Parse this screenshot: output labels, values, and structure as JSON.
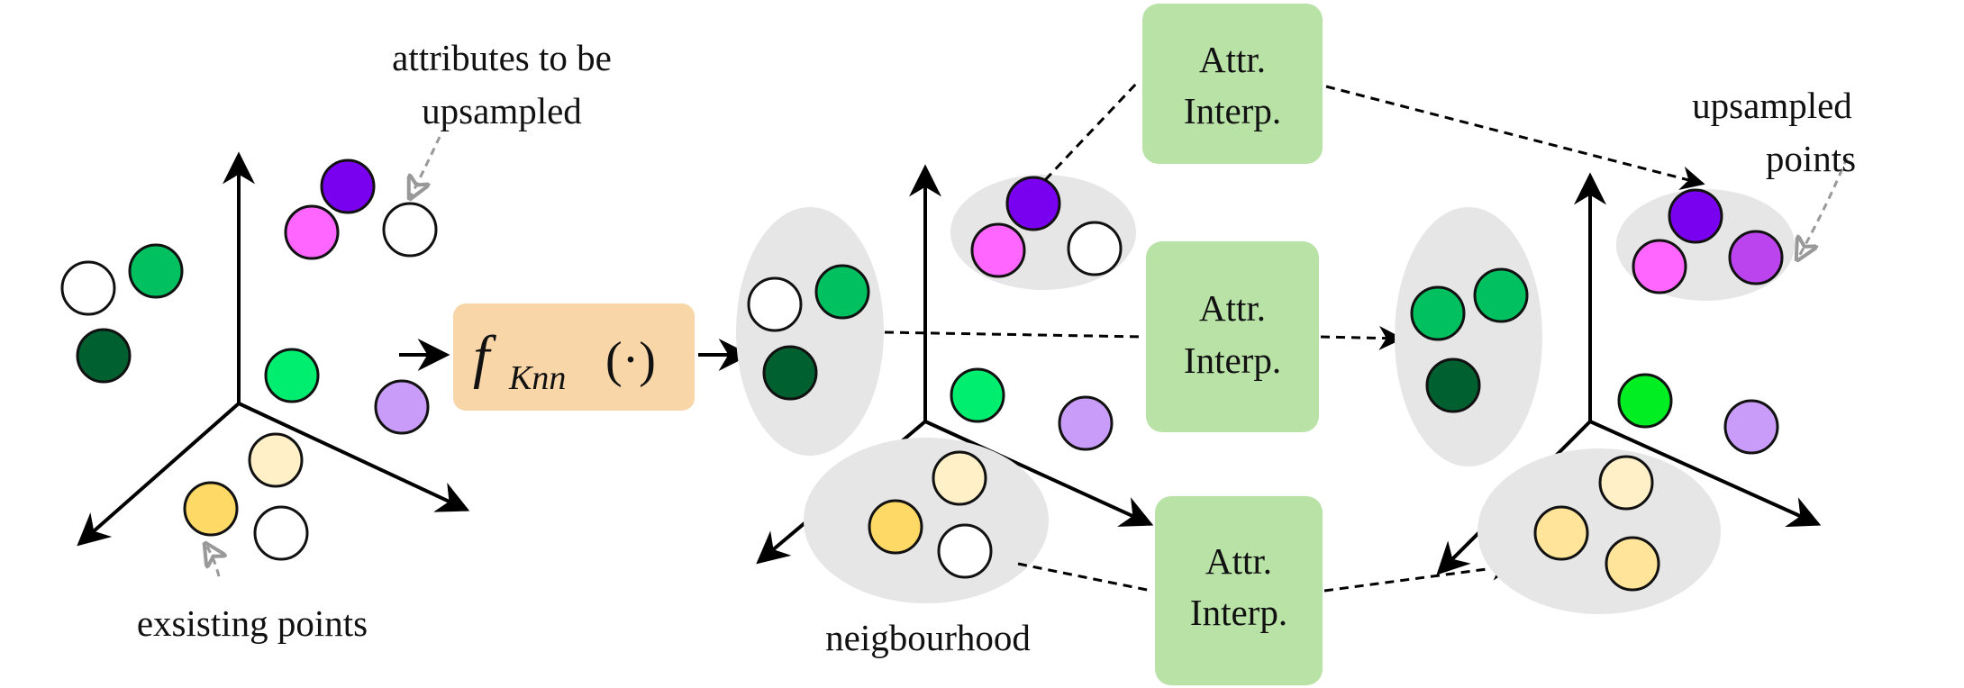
{
  "labels": {
    "attributes_line1": "attributes to be",
    "attributes_line2": "upsampled",
    "existing_points": "exsisting points",
    "neighbourhood": "neigbourhood",
    "upsampled_line1": "upsampled",
    "upsampled_line2": "points"
  },
  "knn_box": {
    "func": "f",
    "subscript": "Knn",
    "args": "(·)"
  },
  "interp_boxes": [
    {
      "line1": "Attr.",
      "line2": "Interp."
    },
    {
      "line1": "Attr.",
      "line2": "Interp."
    },
    {
      "line1": "Attr.",
      "line2": "Interp."
    }
  ],
  "colors": {
    "purple": "#7a00f0",
    "magenta": "#ff66ff",
    "white": "#ffffff",
    "green": "#00c060",
    "dark_green": "#006030",
    "bright_green": "#00ee70",
    "lavender": "#c89cf8",
    "cream": "#fff0c8",
    "yellow": "#ffd966",
    "violet": "#bb44ee",
    "lime": "#00ee22",
    "pale_yellow": "#ffe49a",
    "knn_fill": "#f8d6a8",
    "interp_fill": "#b8e2a6",
    "cluster_fill": "#e6e6e6"
  }
}
